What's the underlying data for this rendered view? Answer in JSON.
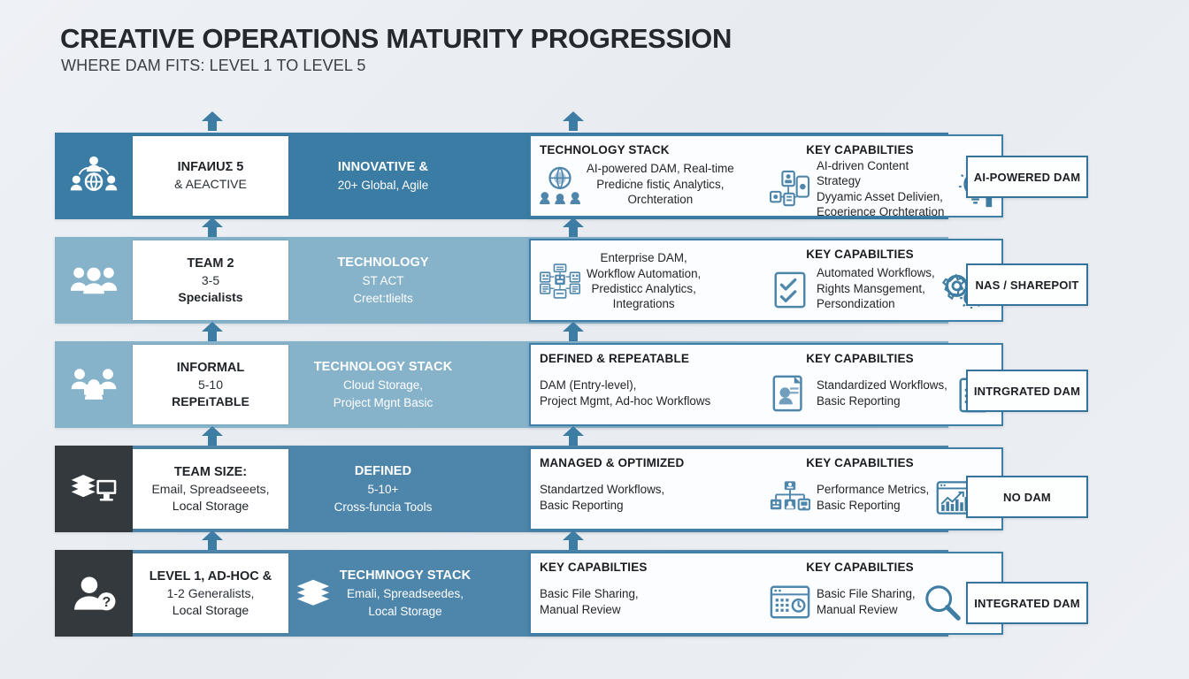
{
  "header": {
    "title": "CREATIVE OPERATIONS MATURITY PROGRESSION",
    "subtitle": "WHERE DAM FITS: LEVEL 1 TO LEVEL 5"
  },
  "colors": {
    "band_dark_blue": "#3b7ca4",
    "band_mid_blue": "#4e86ab",
    "band_light_blue": "#86b2ca",
    "band_charcoal": "#33393d",
    "panel_border": "#3d7fa6",
    "label_border": "#34749c",
    "accent_icon": "#4f86ac",
    "arrow": "#3d7ca3",
    "text_dark": "#1f2327",
    "text_light": "#ffffff"
  },
  "rows": [
    {
      "icon": "global-team-icon",
      "icon_block_color": "#3b7ca4",
      "band_color": "#3b7ca4",
      "card": {
        "line1": "INFAИUΣ 5",
        "line2": "& AEACTIVE",
        "line3": ""
      },
      "mid": {
        "icon": "",
        "line1": "INNOVATIVE &",
        "line2": "20+ Global, Agile",
        "line3": ""
      },
      "panel": {
        "left_heading": "TECHNOLOGY STACK",
        "left_icon": "global-network-people-icon",
        "left_lines": [
          "AI-powered DAM, Real-time",
          "Predicׁne fistiς Analytics,",
          "Orchteration"
        ],
        "right_heading": "KEY CAPABILTIES",
        "right_icon": "connected-devices-icon",
        "right_lines": [
          "AI-driven Content Strategy",
          "Dyyamic Asset Delivien,",
          "Ecoerience Orchteration"
        ],
        "tail_icon": "lightbulb-growth-icon"
      },
      "label": "AI-POWERED DAM"
    },
    {
      "icon": "three-people-icon",
      "icon_block_color": "#86b2ca",
      "band_color": "#86b2ca",
      "card": {
        "line1": "TEAM 2",
        "line2": "3-5",
        "line3": "Specialists"
      },
      "mid": {
        "icon": "",
        "line1": "TECHNOLOGY",
        "line2": "ST ACT",
        "line3": "Creet:tlielts"
      },
      "panel": {
        "left_heading": "",
        "left_icon": "enterprise-systems-icon",
        "left_lines": [
          "Enterprise DAM,",
          "Workflow Automation,",
          "Predisticc Analytics,",
          "Integrations"
        ],
        "right_heading": "KEY CAPABILTIES",
        "right_icon": "checklist-icon",
        "right_lines": [
          "Automated Workflows,",
          "Rights Mansgement,",
          "Persondization"
        ],
        "tail_icon": "gears-icon"
      },
      "label": "NAS / SHAREPOIT"
    },
    {
      "icon": "team-group-icon",
      "icon_block_color": "#86b2ca",
      "band_color": "#86b2ca",
      "card": {
        "line1": "INFORMAL",
        "line2": "5-10",
        "line3": "REPEıTABLE"
      },
      "mid": {
        "icon": "",
        "line1": "TECHNOLOGY STACK",
        "line2": "Cloud Storage,",
        "line3": "Project Mgnt Basic"
      },
      "panel": {
        "left_heading": "DEFINED & REPEATABLE",
        "left_icon": "",
        "left_lines": [
          "DAM (Entry-level),",
          "Project Mgmt, Ad-hoc Workflows"
        ],
        "right_heading": "KEY CAPABILTIES",
        "right_icon": "document-stack-icon",
        "right_lines": [
          "Standardized Workflows,",
          "Basic Reporting"
        ],
        "tail_icon": "clipboard-list-icon"
      },
      "label": "INTRGRATED DAM"
    },
    {
      "icon": "layers-monitor-icon",
      "icon_block_color": "#33393d",
      "band_color": "#4e86ab",
      "card": {
        "line1": "TEAM SIZE:",
        "line2": "Email, Spreadseeets,",
        "line3": "Local Storage"
      },
      "mid": {
        "icon": "",
        "line1": "DEFINED",
        "line2": "5-10+",
        "line3": "Cross-funcia Tools"
      },
      "panel": {
        "left_heading": "MANAGED & OPTIMIZED",
        "left_icon": "",
        "left_lines": [
          "Standartzed Workflows,",
          "Basic Reporting"
        ],
        "right_heading": "KEY CAPABILTIES",
        "right_icon": "org-network-icon",
        "right_lines": [
          "Performance Metrics,",
          "Basic Reporting"
        ],
        "tail_icon": "bar-chart-window-icon"
      },
      "label": "NO DAM"
    },
    {
      "icon": "user-question-icon",
      "icon_block_color": "#33393d",
      "band_color": "#4e86ab",
      "card": {
        "line1": "LEVEL 1, AD-HOC &",
        "line2": "1-2 Generalists,",
        "line3": "Local Storage"
      },
      "mid": {
        "icon": "layers-icon",
        "line1": "TECHMNOGY STACK",
        "line2": "Emali, Spreadseedes,",
        "line3": "Local Storage"
      },
      "panel": {
        "left_heading": "KEY CAPABILTIES",
        "left_icon": "",
        "left_lines": [
          "Basic File Sharing,",
          "Manual Review"
        ],
        "right_heading": "KEY CAPABILTIES",
        "right_icon": "dashboard-window-icon",
        "right_lines": [
          "Basic File Sharing,",
          "Manual Review"
        ],
        "tail_icon": "magnifier-icon"
      },
      "label": "INTEGRATED DAM"
    }
  ],
  "arrows": {
    "name": "up-arrow",
    "columns_x": [
      240,
      648
    ],
    "gaps_y": [
      128,
      248,
      366,
      484,
      602
    ]
  }
}
